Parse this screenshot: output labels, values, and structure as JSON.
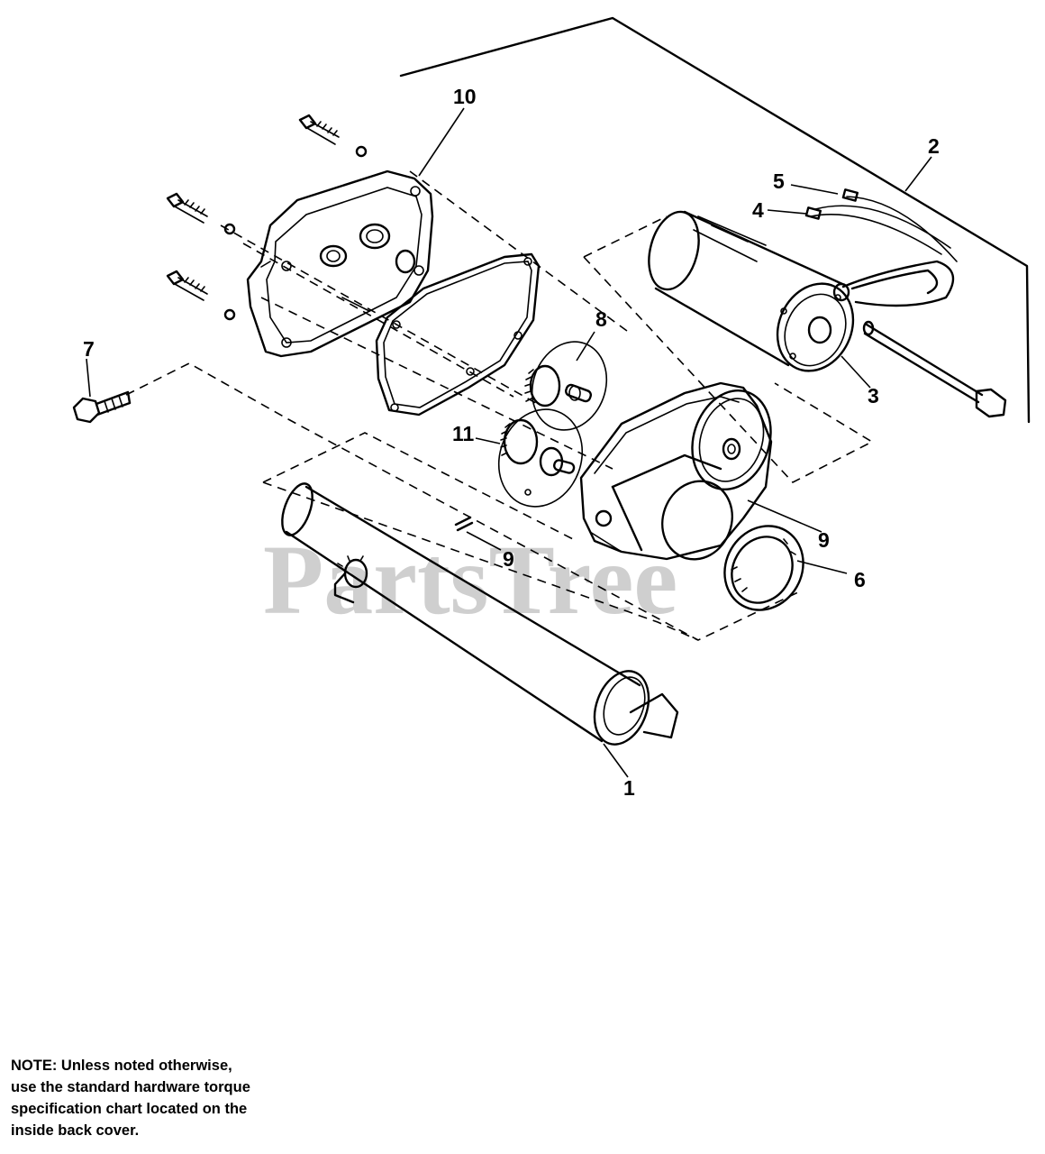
{
  "watermark": "PartsTree",
  "callouts": [
    {
      "id": "1",
      "label": "1"
    },
    {
      "id": "2",
      "label": "2"
    },
    {
      "id": "3",
      "label": "3"
    },
    {
      "id": "4",
      "label": "4"
    },
    {
      "id": "5",
      "label": "5"
    },
    {
      "id": "6",
      "label": "6"
    },
    {
      "id": "7",
      "label": "7"
    },
    {
      "id": "8",
      "label": "8"
    },
    {
      "id": "9a",
      "label": "9"
    },
    {
      "id": "9b",
      "label": "9"
    },
    {
      "id": "10",
      "label": "10"
    },
    {
      "id": "11",
      "label": "11"
    }
  ],
  "note": {
    "lines": [
      "NOTE: Unless noted otherwise,",
      "use the standard hardware torque",
      "specification chart located on the",
      "inside back cover."
    ]
  }
}
